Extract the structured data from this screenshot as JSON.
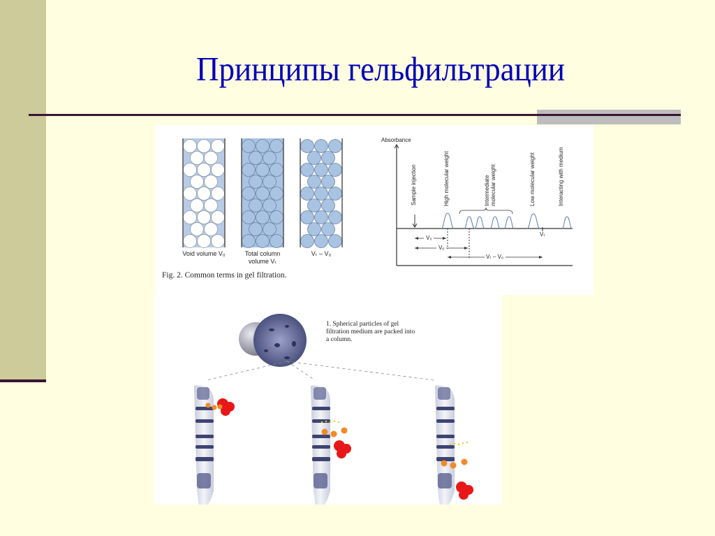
{
  "slide": {
    "title": "Принципы гельфильтрации",
    "colors": {
      "background": "#fffee0",
      "sidebar": "#cccb99",
      "rule": "#3a1436",
      "title": "#0000b8",
      "accent_block": "#bdbdbd"
    }
  },
  "figure_columns": {
    "columns": [
      {
        "label_line1": "Void volume V₀",
        "label_line2": "",
        "fill": "#b7cbe6",
        "circle": "#ffffff"
      },
      {
        "label_line1": "Total column",
        "label_line2": "volume Vₜ",
        "fill": "#a9c3e3",
        "circle": "#a9c3e3"
      },
      {
        "label_line1": "Vₜ – V₀",
        "label_line2": "",
        "fill": "#ffffff",
        "circle": "#a9c3e3"
      }
    ],
    "caption": "Fig. 2. Common terms in gel filtration."
  },
  "chromatogram": {
    "y_axis_label": "Absorbance",
    "peak_labels": [
      "Sample injection",
      "High molecular weight",
      "Intermediate",
      "molecular weight",
      "Low molecular weight",
      "Interacting with medium"
    ],
    "vt_mark": "Vₜ",
    "arrows": [
      "V₀",
      "Vₑ",
      "Vₜ – V₀"
    ]
  },
  "figure_particles": {
    "step_text": "1. Spherical particles of gel filtration medium are packed into a column."
  }
}
